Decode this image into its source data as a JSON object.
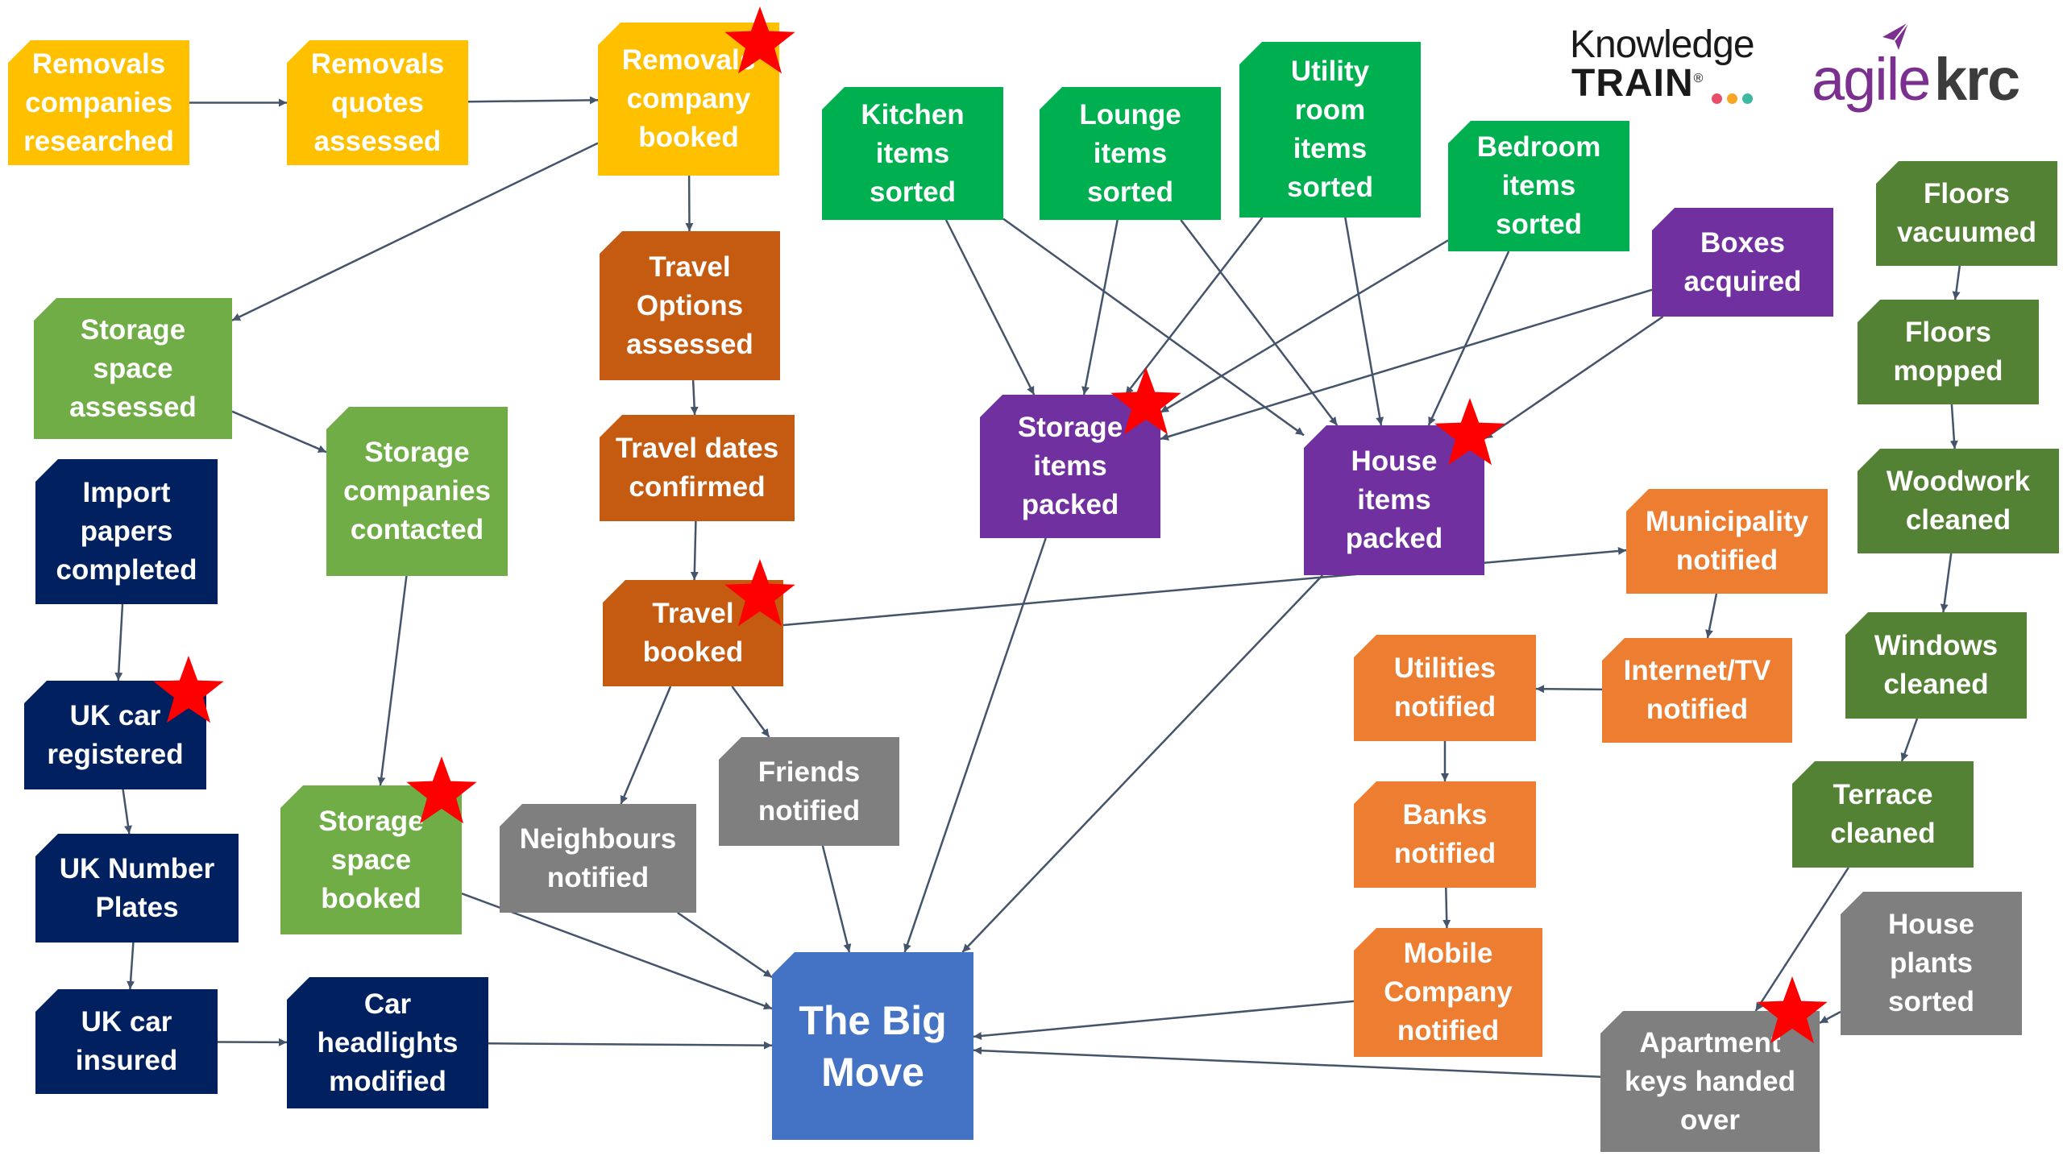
{
  "colors": {
    "yellow": "#FFC000",
    "dark_orange": "#C55A11",
    "orange": "#ED7D31",
    "light_green": "#70AD47",
    "bright_green": "#00B050",
    "dark_green": "#548235",
    "navy": "#002060",
    "purple": "#7030A0",
    "grey": "#7F7F7F",
    "blue": "#4472C4",
    "star": "#FF0000",
    "arrow": "#44546A"
  },
  "logos": {
    "knowledge_train": {
      "line1": "Knowledge",
      "line2": "TRAIN",
      "registered": "®",
      "dot_colors": [
        "#E84E6A",
        "#F5A623",
        "#3EB8A0"
      ]
    },
    "agilekrc": {
      "agile": "agile",
      "krc": "krc"
    }
  },
  "nodes": [
    {
      "id": "n1",
      "label": "Removals\ncompanies\nresearched",
      "color": "yellow",
      "starred": false
    },
    {
      "id": "n2",
      "label": "Removals\nquotes\nassessed",
      "color": "yellow",
      "starred": false
    },
    {
      "id": "n3",
      "label": "Removals\ncompany\nbooked",
      "color": "yellow",
      "starred": true
    },
    {
      "id": "n4",
      "label": "Storage\nspace\nassessed",
      "color": "light_green",
      "starred": false
    },
    {
      "id": "n5",
      "label": "Storage\ncompanies\ncontacted",
      "color": "light_green",
      "starred": false
    },
    {
      "id": "n6",
      "label": "Storage\nspace\nbooked",
      "color": "light_green",
      "starred": true
    },
    {
      "id": "n7",
      "label": "Import\npapers\ncompleted",
      "color": "navy",
      "starred": false
    },
    {
      "id": "n8",
      "label": "UK car\nregistered",
      "color": "navy",
      "starred": true
    },
    {
      "id": "n9",
      "label": "UK Number\nPlates",
      "color": "navy",
      "starred": false
    },
    {
      "id": "n10",
      "label": "UK car\ninsured",
      "color": "navy",
      "starred": false
    },
    {
      "id": "n11",
      "label": "Car\nheadlights\nmodified",
      "color": "navy",
      "starred": false
    },
    {
      "id": "n12",
      "label": "Travel\nOptions\nassessed",
      "color": "dark_orange",
      "starred": false
    },
    {
      "id": "n13",
      "label": "Travel dates\nconfirmed",
      "color": "dark_orange",
      "starred": false
    },
    {
      "id": "n14",
      "label": "Travel\nbooked",
      "color": "dark_orange",
      "starred": true
    },
    {
      "id": "n15",
      "label": "Neighbours\nnotified",
      "color": "grey",
      "starred": false
    },
    {
      "id": "n16",
      "label": "Friends\nnotified",
      "color": "grey",
      "starred": false
    },
    {
      "id": "n17",
      "label": "Kitchen\nitems\nsorted",
      "color": "bright_green",
      "starred": false
    },
    {
      "id": "n18",
      "label": "Lounge\nitems\nsorted",
      "color": "bright_green",
      "starred": false
    },
    {
      "id": "n19",
      "label": "Utility\nroom\nitems\nsorted",
      "color": "bright_green",
      "starred": false
    },
    {
      "id": "n20",
      "label": "Bedroom\nitems\nsorted",
      "color": "bright_green",
      "starred": false
    },
    {
      "id": "n21",
      "label": "Boxes\nacquired",
      "color": "purple",
      "starred": false
    },
    {
      "id": "n22",
      "label": "Storage\nitems\npacked",
      "color": "purple",
      "starred": true
    },
    {
      "id": "n23",
      "label": "House\nitems\npacked",
      "color": "purple",
      "starred": true
    },
    {
      "id": "n24",
      "label": "Municipality\nnotified",
      "color": "orange",
      "starred": false
    },
    {
      "id": "n25",
      "label": "Internet/TV\nnotified",
      "color": "orange",
      "starred": false
    },
    {
      "id": "n26",
      "label": "Utilities\nnotified",
      "color": "orange",
      "starred": false
    },
    {
      "id": "n27",
      "label": "Banks\nnotified",
      "color": "orange",
      "starred": false
    },
    {
      "id": "n28",
      "label": "Mobile\nCompany\nnotified",
      "color": "orange",
      "starred": false
    },
    {
      "id": "n29",
      "label": "Floors\nvacuumed",
      "color": "dark_green",
      "starred": false
    },
    {
      "id": "n30",
      "label": "Floors\nmopped",
      "color": "dark_green",
      "starred": false
    },
    {
      "id": "n31",
      "label": "Woodwork\ncleaned",
      "color": "dark_green",
      "starred": false
    },
    {
      "id": "n32",
      "label": "Windows\ncleaned",
      "color": "dark_green",
      "starred": false
    },
    {
      "id": "n33",
      "label": "Terrace\ncleaned",
      "color": "dark_green",
      "starred": false
    },
    {
      "id": "n34",
      "label": "House\nplants\nsorted",
      "color": "grey",
      "starred": false
    },
    {
      "id": "n35",
      "label": "Apartment\nkeys handed\nover",
      "color": "grey",
      "starred": true
    },
    {
      "id": "n36",
      "label": "The Big\nMove",
      "color": "blue",
      "starred": false,
      "big": true
    }
  ],
  "edges": [
    [
      "n1",
      "n2"
    ],
    [
      "n2",
      "n3"
    ],
    [
      "n3",
      "n4"
    ],
    [
      "n3",
      "n12"
    ],
    [
      "n4",
      "n5"
    ],
    [
      "n5",
      "n6"
    ],
    [
      "n12",
      "n13"
    ],
    [
      "n13",
      "n14"
    ],
    [
      "n14",
      "n15"
    ],
    [
      "n14",
      "n16"
    ],
    [
      "n14",
      "n24"
    ],
    [
      "n7",
      "n8"
    ],
    [
      "n8",
      "n9"
    ],
    [
      "n9",
      "n10"
    ],
    [
      "n10",
      "n11"
    ],
    [
      "n11",
      "n36"
    ],
    [
      "n6",
      "n36"
    ],
    [
      "n15",
      "n36"
    ],
    [
      "n16",
      "n36"
    ],
    [
      "n22",
      "n36"
    ],
    [
      "n23",
      "n36"
    ],
    [
      "n28",
      "n36"
    ],
    [
      "n35",
      "n36"
    ],
    [
      "n17",
      "n22"
    ],
    [
      "n17",
      "n23"
    ],
    [
      "n18",
      "n22"
    ],
    [
      "n18",
      "n23"
    ],
    [
      "n19",
      "n22"
    ],
    [
      "n19",
      "n23"
    ],
    [
      "n20",
      "n22"
    ],
    [
      "n20",
      "n23"
    ],
    [
      "n21",
      "n22"
    ],
    [
      "n21",
      "n23"
    ],
    [
      "n24",
      "n25"
    ],
    [
      "n25",
      "n26"
    ],
    [
      "n26",
      "n27"
    ],
    [
      "n27",
      "n28"
    ],
    [
      "n29",
      "n30"
    ],
    [
      "n30",
      "n31"
    ],
    [
      "n31",
      "n32"
    ],
    [
      "n32",
      "n33"
    ],
    [
      "n33",
      "n35"
    ],
    [
      "n34",
      "n35"
    ]
  ]
}
